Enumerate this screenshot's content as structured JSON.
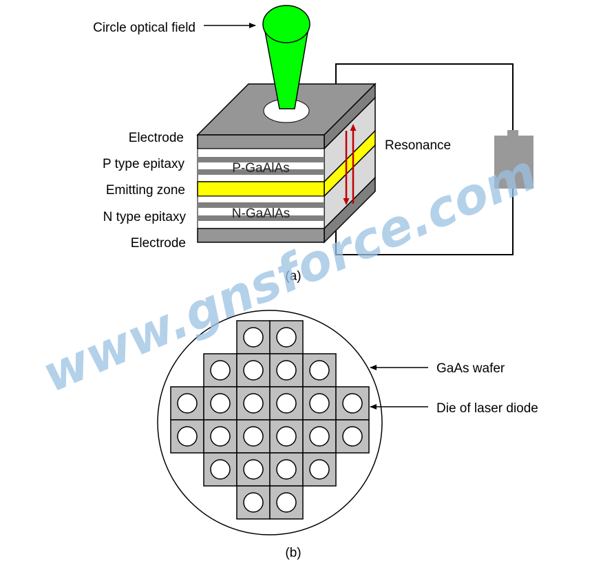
{
  "panel_a": {
    "caption": "(a)",
    "light_label": "Circle optical field",
    "resonance_label": "Resonance",
    "layer_labels": {
      "electrode_top": "Electrode",
      "p_epitaxy": "P type epitaxy",
      "emitting_zone": "Emitting zone",
      "n_epitaxy": "N type epitaxy",
      "electrode_bottom": "Electrode"
    },
    "p_material": "P-GaAlAs",
    "n_material": "N-GaAlAs",
    "colors": {
      "beam": "#00ff00",
      "emitting": "#ffff00",
      "electrode": "#969696",
      "stripe": "#7f7f7f",
      "arrows": "#c00000",
      "battery": "#999999"
    }
  },
  "panel_b": {
    "caption": "(b)",
    "wafer_label": "GaAs wafer",
    "die_label": "Die of laser diode",
    "die_rows": [
      2,
      4,
      6,
      6,
      4,
      2
    ],
    "colors": {
      "die": "#c0c0c0"
    }
  },
  "watermark": "www.gnsforce.com"
}
